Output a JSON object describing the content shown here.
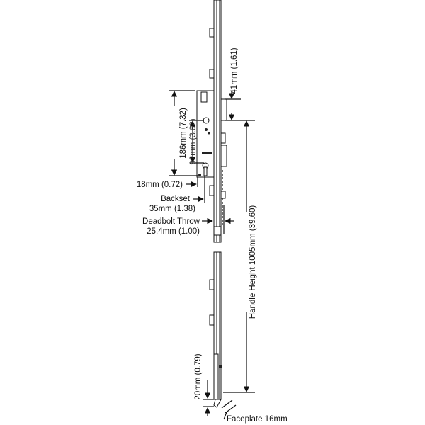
{
  "diagram": {
    "title": "Multipoint lock dimensions",
    "labels": {
      "top_offset": "41mm (1.61)",
      "case_height": "186mm (7.32)",
      "centres": "92mm (3.62)",
      "edge_offset": "18mm (0.72)",
      "backset_title": "Backset",
      "backset_value": "35mm (1.38)",
      "deadbolt_title": "Deadbolt Throw",
      "deadbolt_value": "25.4mm (1.00)",
      "handle_height": "Handle Height 1005mm (39.60)",
      "bottom_offset": "20mm (0.79)",
      "faceplate": "Faceplate 16mm"
    }
  }
}
